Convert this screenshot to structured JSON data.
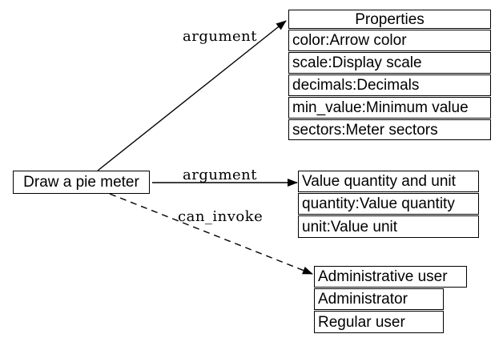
{
  "diagram": {
    "source_node": {
      "label": "Draw a pie meter"
    },
    "properties_table": {
      "title": "Properties",
      "rows": [
        "color:Arrow color",
        "scale:Display scale",
        "decimals:Decimals",
        "min_value:Minimum value",
        "sectors:Meter sectors"
      ]
    },
    "value_table": {
      "title": "Value quantity and unit",
      "rows": [
        "quantity:Value quantity",
        "unit:Value unit"
      ]
    },
    "user_table": {
      "title": "Administrative user",
      "rows": [
        "Administrator",
        "Regular user"
      ]
    },
    "edges": [
      {
        "label": "argument",
        "style": "solid"
      },
      {
        "label": "argument",
        "style": "solid"
      },
      {
        "label": "can_invoke",
        "style": "dashed"
      }
    ],
    "colors": {
      "stroke": "#000000",
      "background": "#ffffff",
      "text": "#000000"
    }
  }
}
